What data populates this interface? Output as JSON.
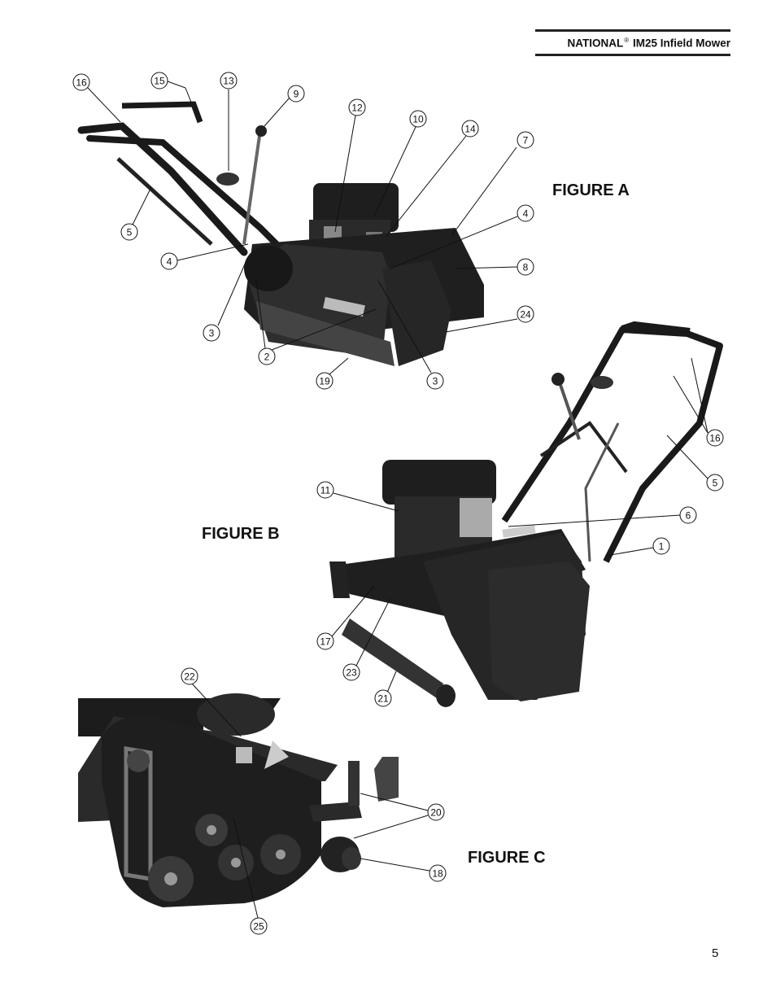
{
  "header": {
    "brand": "NATIONAL",
    "registered_mark": "®",
    "model": "IM25 Infield Mower"
  },
  "figures": {
    "a": {
      "label": "FIGURE A"
    },
    "b": {
      "label": "FIGURE B"
    },
    "c": {
      "label": "FIGURE C"
    }
  },
  "callouts": {
    "a": [
      "16",
      "15",
      "13",
      "9",
      "12",
      "10",
      "14",
      "7",
      "4",
      "8",
      "24",
      "5",
      "4",
      "3",
      "2",
      "19",
      "3"
    ],
    "b": [
      "16",
      "5",
      "11",
      "6",
      "1",
      "17",
      "23",
      "21"
    ],
    "c": [
      "22",
      "20",
      "18",
      "25"
    ]
  },
  "page_number": "5"
}
